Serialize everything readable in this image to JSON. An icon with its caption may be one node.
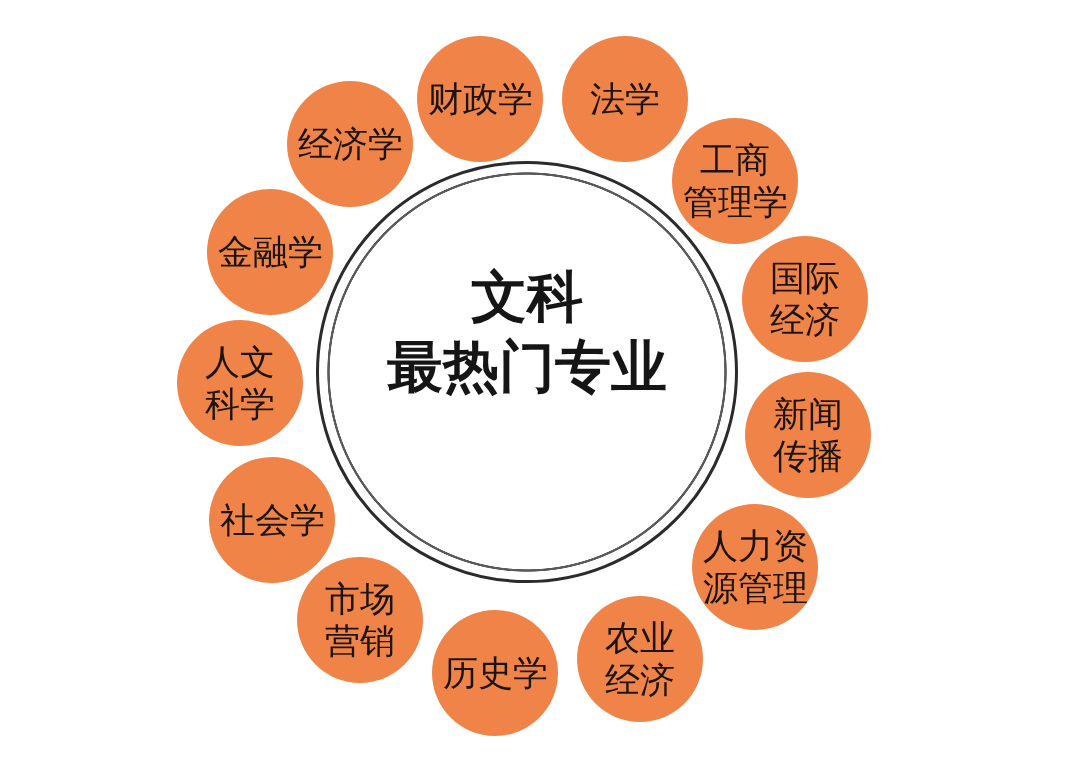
{
  "diagram": {
    "nodes": [
      {
        "text": [
          "文科",
          "最热门专业"
        ]
      },
      {
        "text": [
          "财政学"
        ]
      },
      {
        "text": [
          "法学"
        ]
      },
      {
        "text": [
          "工商管理学"
        ]
      },
      {
        "text": [
          "国际经济"
        ]
      },
      {
        "text": [
          "新闻传播"
        ]
      },
      {
        "text": [
          "人力资源管理"
        ]
      },
      {
        "text": [
          "农业经济"
        ]
      },
      {
        "text": [
          "历史学"
        ]
      },
      {
        "text": [
          "市场营销"
        ]
      },
      {
        "text": [
          "社会学"
        ]
      },
      {
        "text": [
          "人文科学"
        ]
      },
      {
        "text": [
          "金融学"
        ]
      },
      {
        "text": [
          "经济学"
        ]
      }
    ]
  }
}
